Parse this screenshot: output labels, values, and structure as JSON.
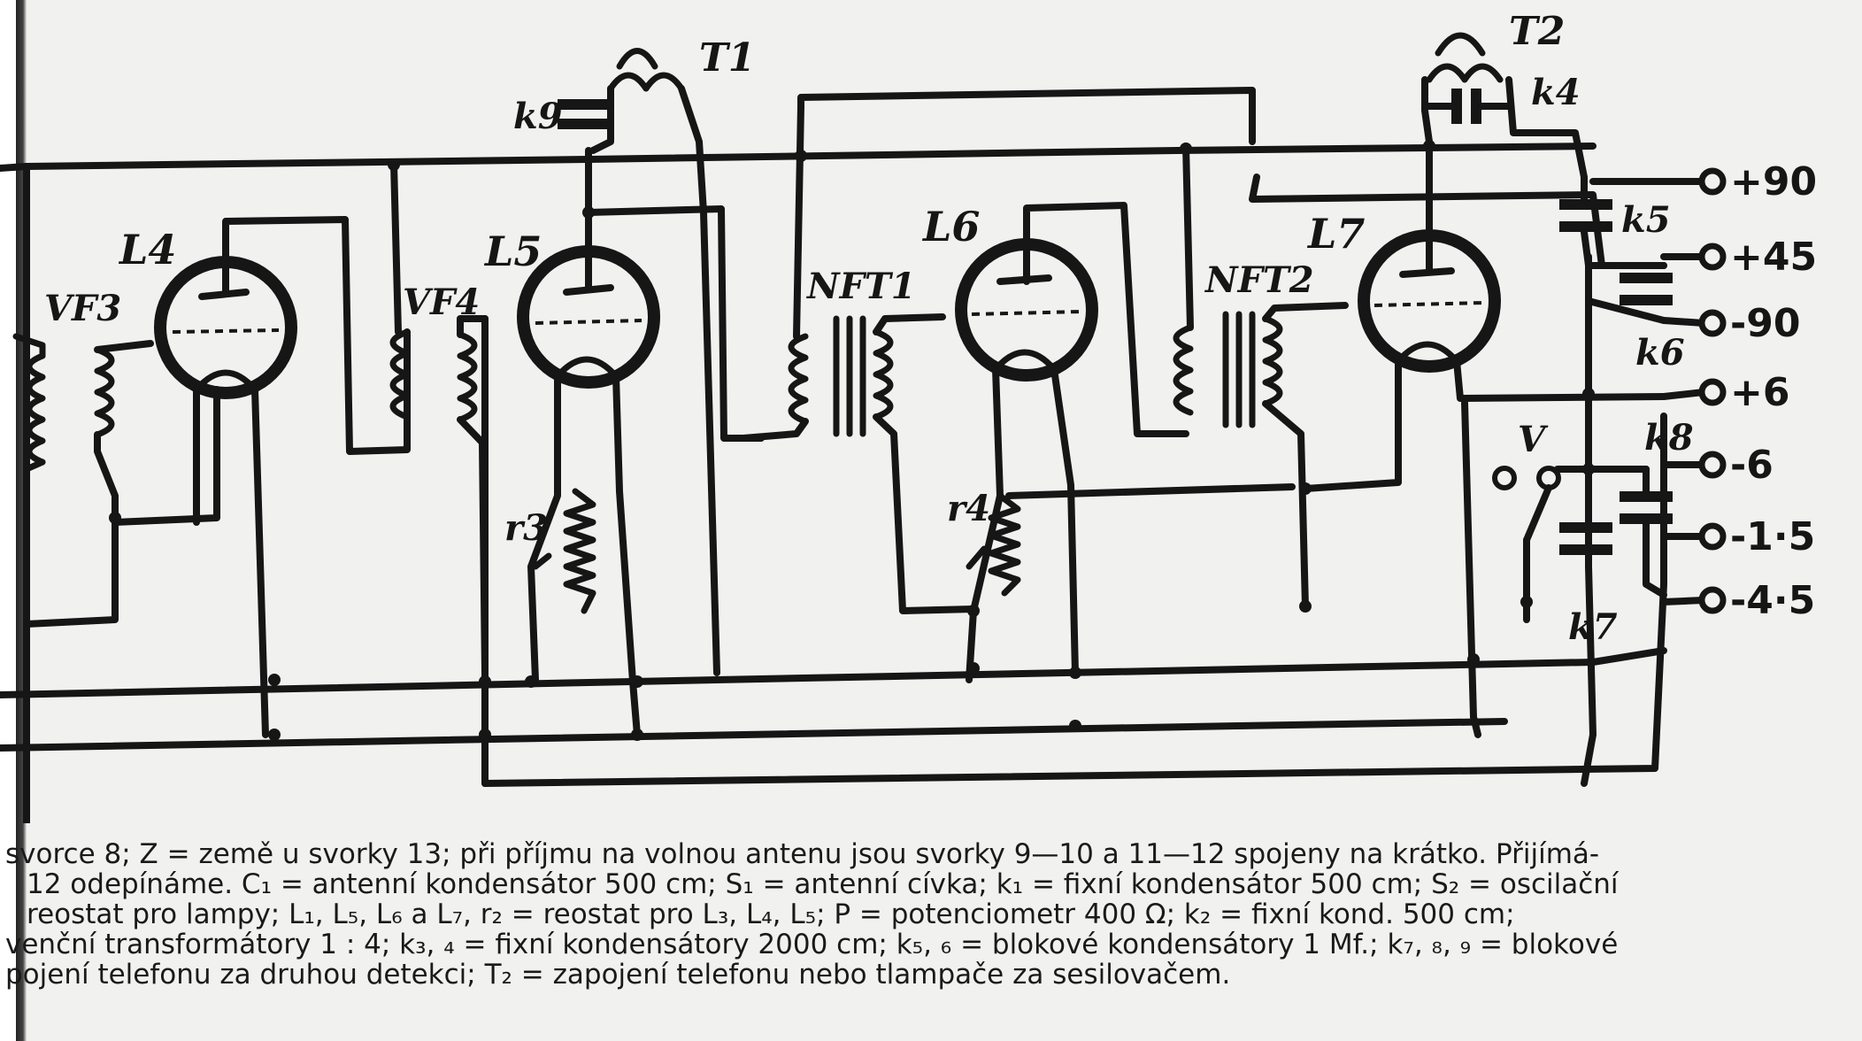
{
  "diagram": {
    "tube_labels": [
      "L4",
      "L5",
      "L6",
      "L7"
    ],
    "coil_labels": [
      "VF3",
      "VF4",
      "NFT1",
      "NFT2"
    ],
    "transformer_labels": [
      "T1",
      "T2"
    ],
    "capacitor_labels": [
      "k9",
      "k4",
      "k5",
      "k6",
      "k7",
      "k8"
    ],
    "resistor_labels": [
      "r3",
      "r4"
    ],
    "switch_label": "V",
    "terminals": [
      "+90",
      "+45",
      "-90",
      "+6",
      "-6",
      "-1·5",
      "-4·5"
    ]
  },
  "caption": {
    "lines": [
      "svorce 8; Z = země u svorky 13; při příjmu na volnou antenu jsou svorky 9—10 a 11—12 spojeny na krátko. Přijímá-",
      "12 odepínáme. C₁ = antenní kondensátor 500 cm; S₁ = antenní cívka; k₁ = fixní kondensátor 500 cm; S₂ = oscilační",
      "reostat pro lampy; L₁, L₅, L₆ a L₇, r₂ = reostat pro L₃, L₄, L₅; P = potenciometr 400 Ω; k₂ = fixní kond. 500 cm;",
      "venční transformátory 1 : 4; k₃, ₄ = fixní kondensátory 2000 cm; k₅, ₆ = blokové kondensátory 1 Mf.; k₇, ₈, ₉ = blokové",
      "pojení telefonu za druhou detekci; T₂ = zapojení telefonu nebo tlampače za sesilovačem."
    ]
  }
}
